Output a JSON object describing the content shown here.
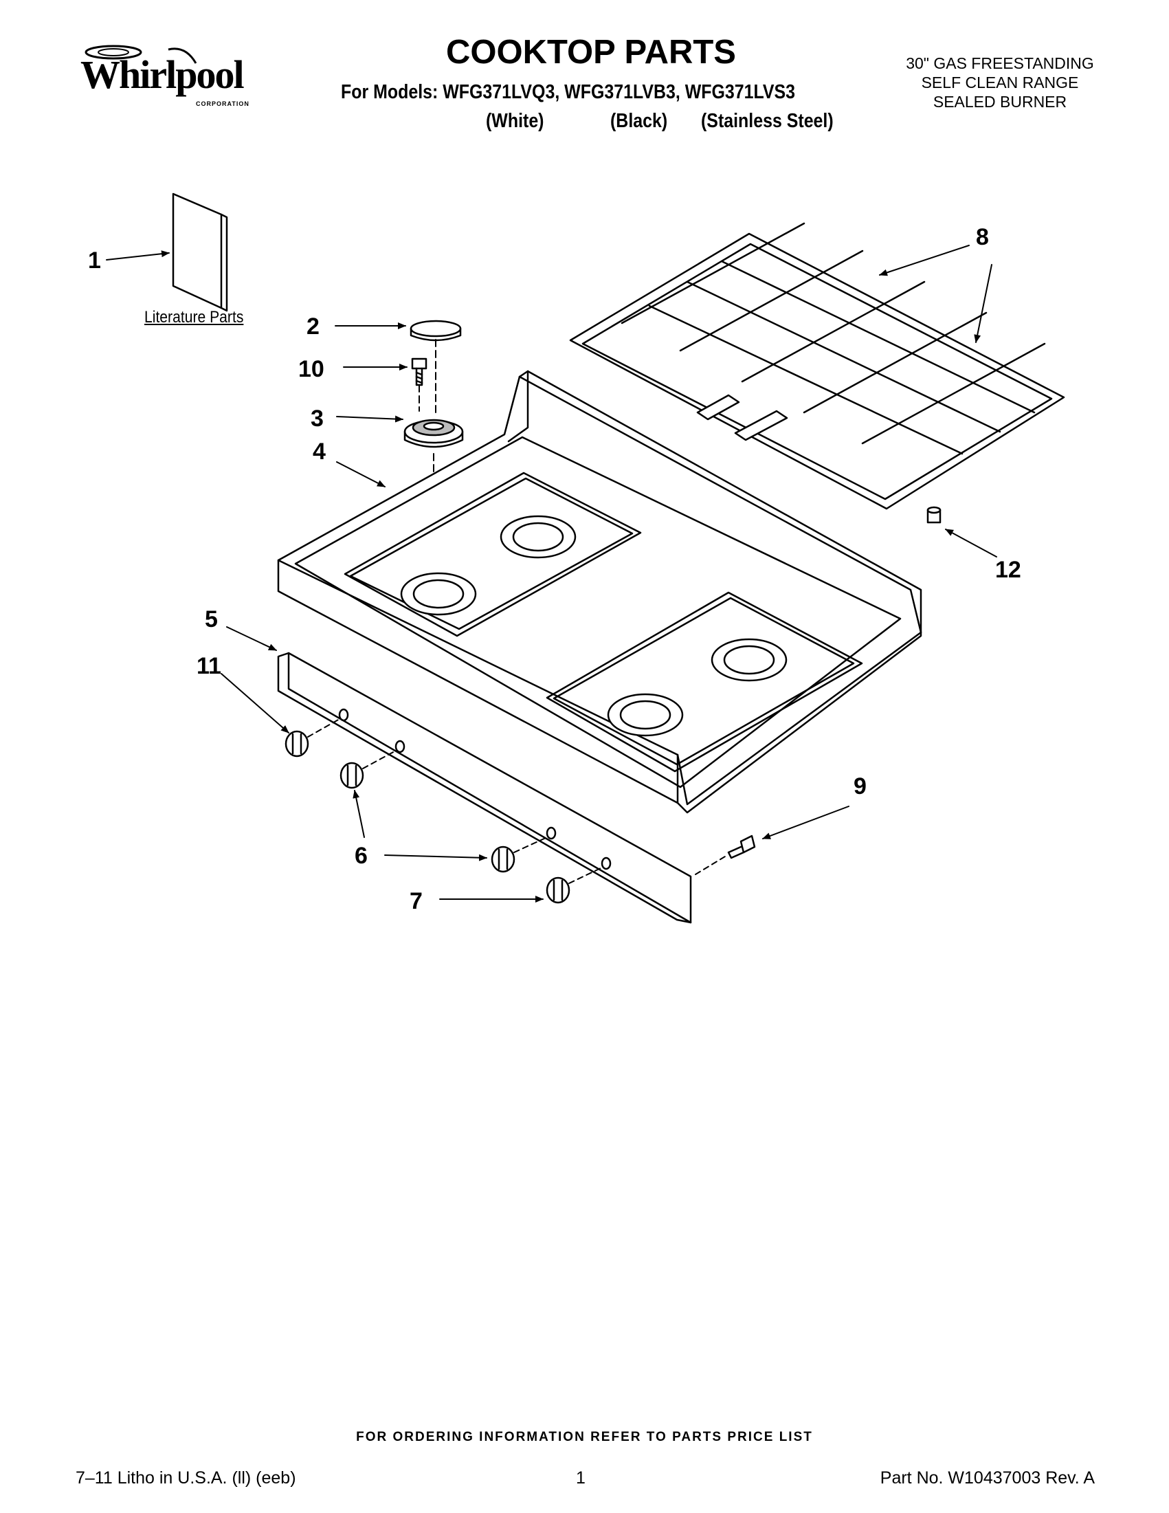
{
  "brand": {
    "name": "Whirlpool",
    "sub": "CORPORATION"
  },
  "header": {
    "title": "COOKTOP PARTS",
    "models_line": "For Models: WFG371LVQ3, WFG371LVB3, WFG371LVS3",
    "variants": [
      "(White)",
      "(Black)",
      "(Stainless Steel)"
    ],
    "description": [
      "30\" GAS FREESTANDING",
      "SELF CLEAN RANGE",
      "SEALED BURNER"
    ]
  },
  "diagram": {
    "literature_label": "Literature Parts",
    "callouts": [
      "1",
      "2",
      "3",
      "4",
      "5",
      "6",
      "7",
      "8",
      "9",
      "10",
      "11",
      "12"
    ]
  },
  "footer": {
    "ordering_note": "FOR ORDERING INFORMATION REFER TO PARTS PRICE LIST",
    "litho": "7–11 Litho in U.S.A. (ll) (eeb)",
    "page": "1",
    "part_no": "Part No. W10437003 Rev. A"
  }
}
